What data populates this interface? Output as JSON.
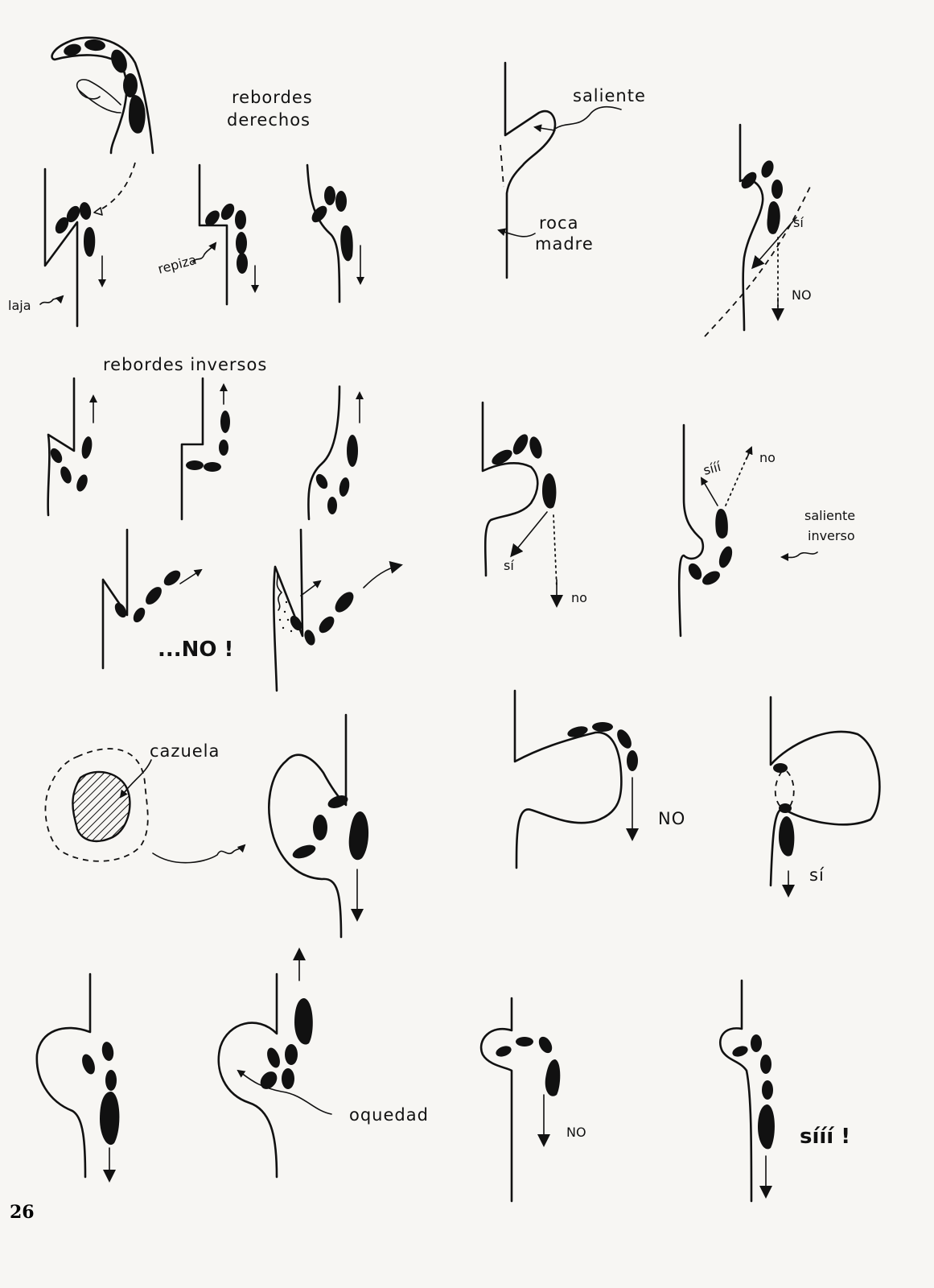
{
  "labels": {
    "rebordes_derechos_1": "rebordes",
    "rebordes_derechos_2": "derechos",
    "laja": "laja",
    "repiza": "repiza",
    "saliente": "saliente",
    "roca": "roca",
    "madre": "madre",
    "si_1": "sí",
    "no_1": "NO",
    "rebordes_inversos": "rebordes inversos",
    "no_exclaim": "...NO !",
    "si_2": "sí",
    "no_2": "no",
    "siii_1": "sííí",
    "no_3": "no",
    "saliente_inverso_1": "saliente",
    "saliente_inverso_2": "inverso",
    "cazuela": "cazuela",
    "no_4": "NO",
    "si_3": "sí",
    "oquedad": "oquedad",
    "no_5": "NO",
    "siii_2": "sííí !"
  },
  "page_number": "26"
}
